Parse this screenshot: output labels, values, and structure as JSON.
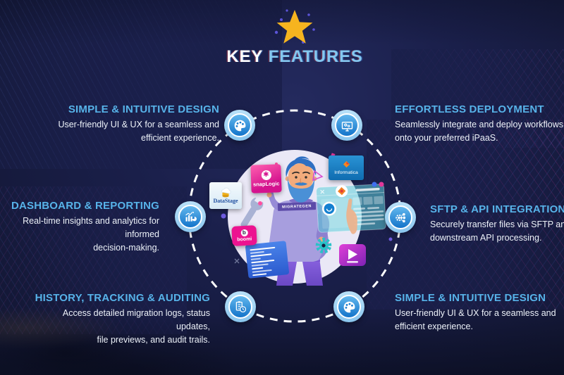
{
  "header": {
    "title_primary": "KEY",
    "title_secondary": "FEATURES"
  },
  "features": [
    {
      "title": "SIMPLE & INTUITIVE DESIGN",
      "lines": [
        "User-friendly UI & UX for a seamless and",
        "efficient experience."
      ]
    },
    {
      "title": "EFFORTLESS DEPLOYMENT",
      "lines": [
        "Seamlessly integrate and deploy workflows",
        "onto your preferred iPaaS."
      ]
    },
    {
      "title": "DASHBOARD & REPORTING",
      "lines": [
        "Real-time insights and analytics for informed",
        "decision-making."
      ]
    },
    {
      "title": "SFTP & API INTEGRATION",
      "lines": [
        "Securely transfer files via SFTP and en",
        "downstream API processing."
      ]
    },
    {
      "title": "HISTORY, TRACKING & AUDITING",
      "lines": [
        "Access detailed migration logs, status updates,",
        "file previews, and audit trails."
      ]
    },
    {
      "title": "SIMPLE & INTUITIVE DESIGN",
      "lines": [
        "User-friendly UI & UX for a seamless and",
        "efficient experience."
      ]
    }
  ],
  "diagram": {
    "icons": [
      "palette-icon",
      "deployment-monitor-icon",
      "analytics-chart-icon",
      "api-gear-circuit-icon",
      "audit-history-icon",
      "palette-icon"
    ],
    "logos": {
      "snaplogic": "snapLogic",
      "datastage": "DataStage",
      "informatica": "Informatica",
      "boomi": "boomi"
    },
    "character_badge": "MIGRATEGEN"
  },
  "colors": {
    "background": "#1a1f4a",
    "accent_blue": "#57b3e9",
    "icon_blue": "#1374ca",
    "star_gold": "#f6b41f",
    "magenta": "#e0148e"
  }
}
